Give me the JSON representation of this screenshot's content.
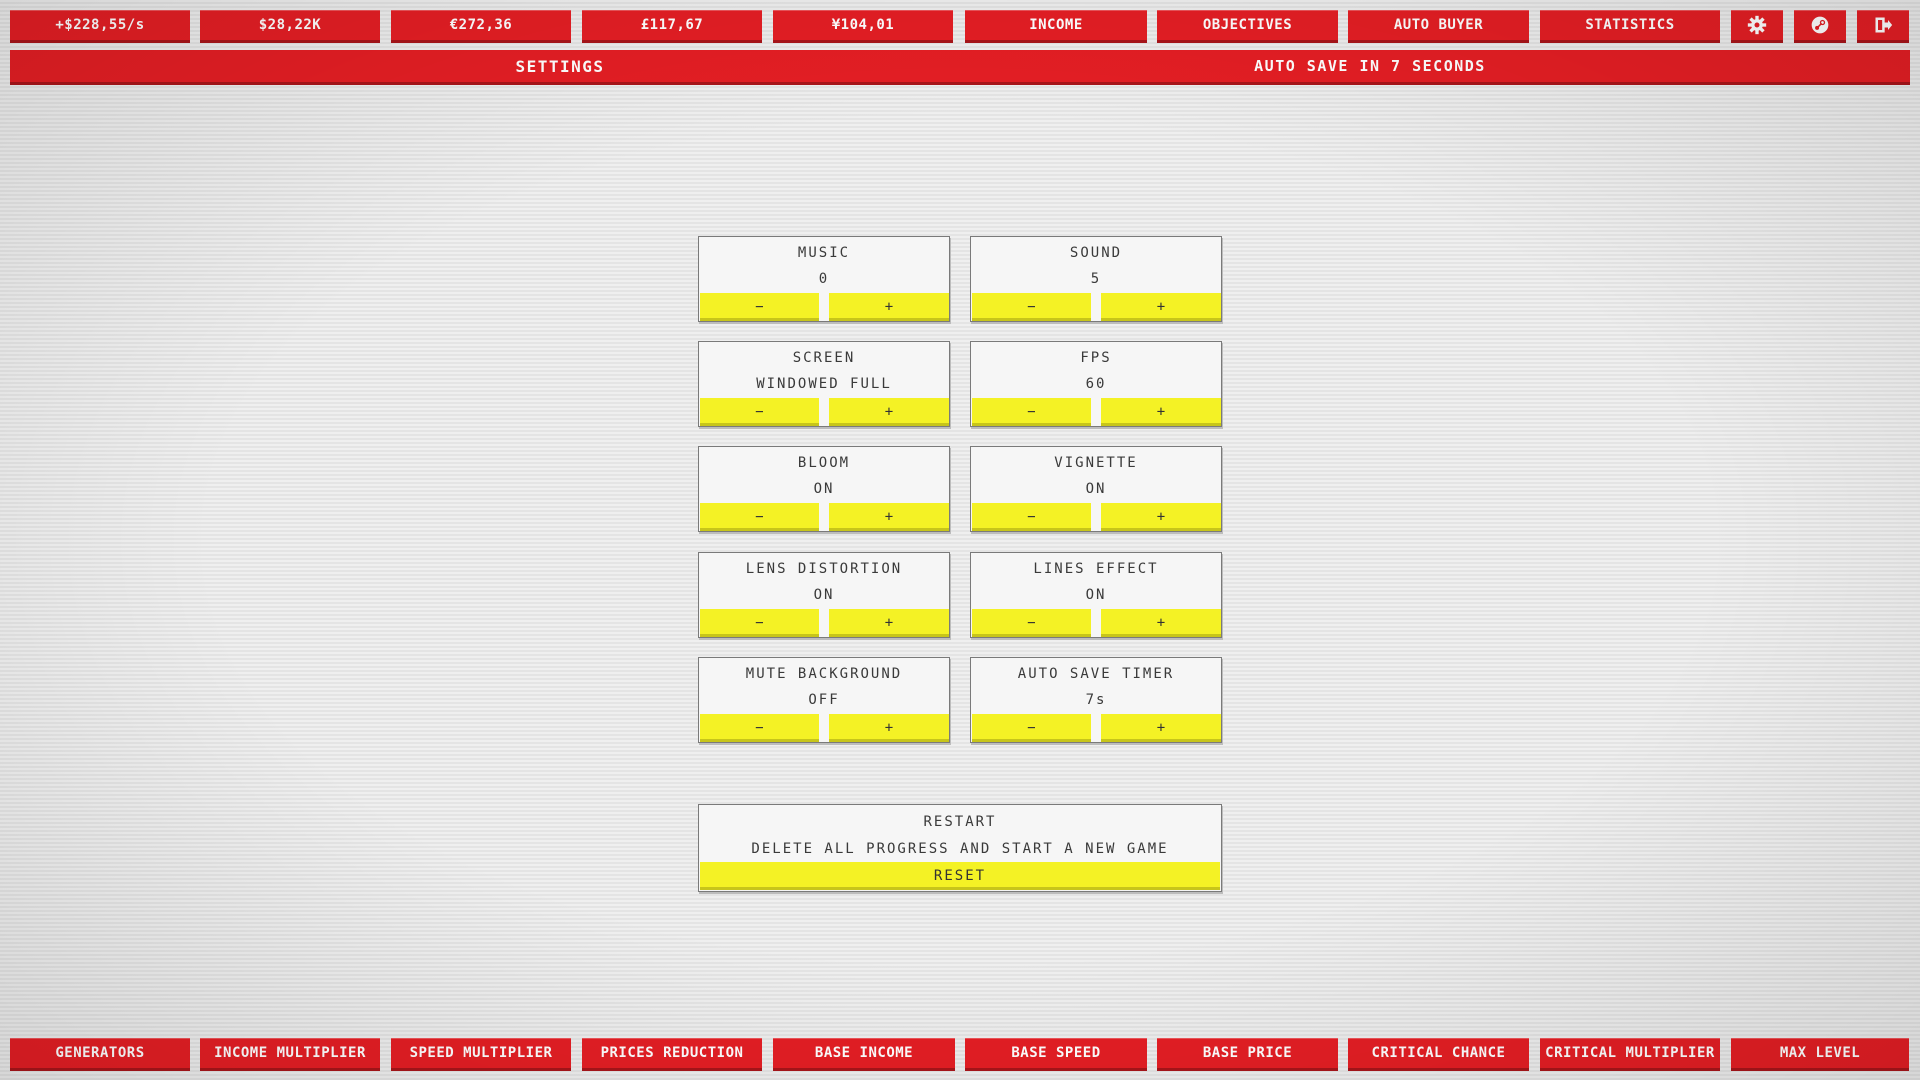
{
  "top_bar": {
    "rate": "+$228,55/s",
    "usd": "$28,22K",
    "eur": "€272,36",
    "gbp": "£117,67",
    "jpy": "¥104,01",
    "income": "INCOME",
    "objectives": "OBJECTIVES",
    "auto_buyer": "AUTO BUYER",
    "statistics": "STATISTICS",
    "icons": [
      "gear-icon",
      "steam-icon",
      "exit-icon"
    ]
  },
  "header": {
    "title": "SETTINGS",
    "autosave": "AUTO SAVE IN 7 SECONDS"
  },
  "settings": [
    {
      "label": "MUSIC",
      "value": "0",
      "minus": "−",
      "plus": "+"
    },
    {
      "label": "SOUND",
      "value": "5",
      "minus": "−",
      "plus": "+"
    },
    {
      "label": "SCREEN",
      "value": "WINDOWED FULL",
      "minus": "−",
      "plus": "+"
    },
    {
      "label": "FPS",
      "value": "60",
      "minus": "−",
      "plus": "+"
    },
    {
      "label": "BLOOM",
      "value": "ON",
      "minus": "−",
      "plus": "+"
    },
    {
      "label": "VIGNETTE",
      "value": "ON",
      "minus": "−",
      "plus": "+"
    },
    {
      "label": "LENS DISTORTION",
      "value": "ON",
      "minus": "−",
      "plus": "+"
    },
    {
      "label": "LINES EFFECT",
      "value": "ON",
      "minus": "−",
      "plus": "+"
    },
    {
      "label": "MUTE BACKGROUND",
      "value": "OFF",
      "minus": "−",
      "plus": "+"
    },
    {
      "label": "AUTO SAVE TIMER",
      "value": "7s",
      "minus": "−",
      "plus": "+"
    }
  ],
  "restart": {
    "title": "RESTART",
    "description": "DELETE ALL PROGRESS AND START A NEW GAME",
    "button": "RESET"
  },
  "bottom_bar": [
    "GENERATORS",
    "INCOME MULTIPLIER",
    "SPEED MULTIPLIER",
    "PRICES REDUCTION",
    "BASE INCOME",
    "BASE SPEED",
    "BASE PRICE",
    "CRITICAL CHANCE",
    "CRITICAL MULTIPLIER",
    "MAX LEVEL"
  ],
  "colors": {
    "accent_red": "#e41e24",
    "button_yellow": "#f4f225",
    "background": "#ececec"
  }
}
